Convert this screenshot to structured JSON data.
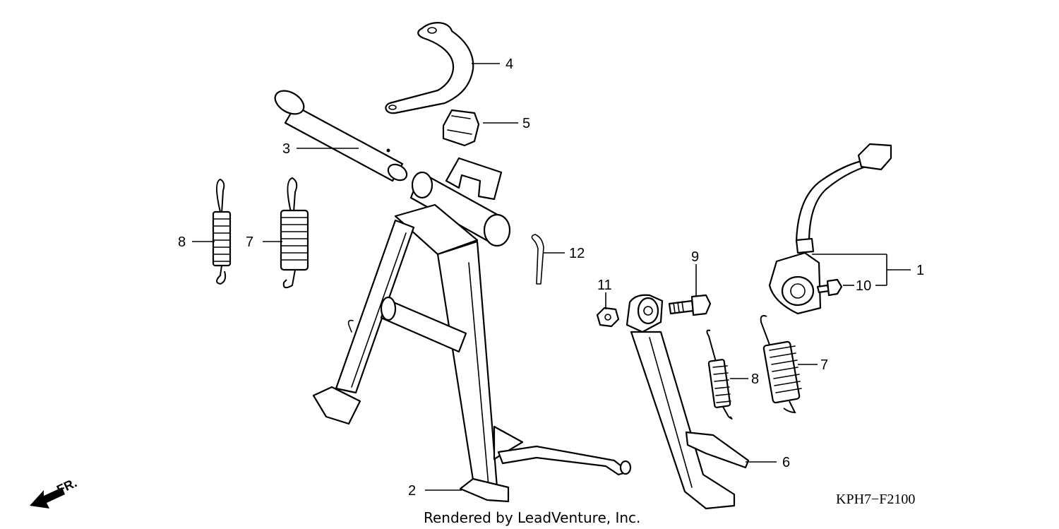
{
  "callouts": {
    "c1": "1",
    "c2": "2",
    "c3": "3",
    "c4": "4",
    "c5": "5",
    "c6": "6",
    "c7a": "7",
    "c7b": "7",
    "c8a": "8",
    "c8b": "8",
    "c9": "9",
    "c10": "10",
    "c11": "11",
    "c12": "12"
  },
  "diagram_code": "KPH7−F2100",
  "credit": "Rendered by LeadVenture, Inc.",
  "direction_label": "FR."
}
